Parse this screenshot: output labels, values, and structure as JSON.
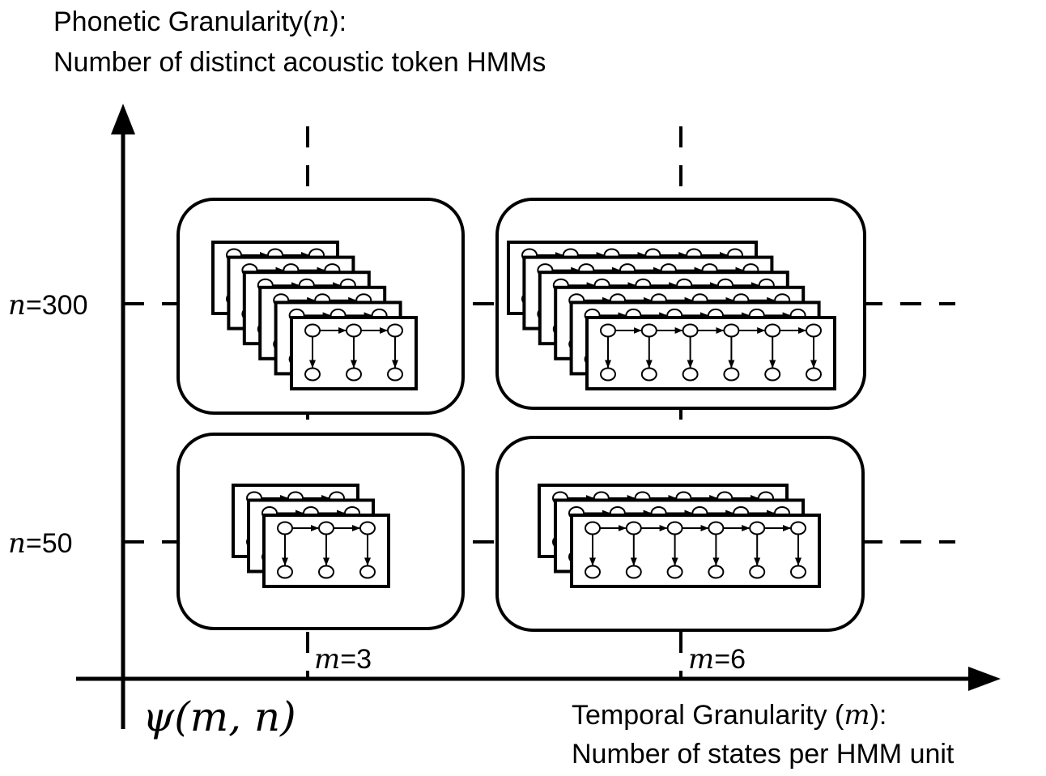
{
  "y_axis_title": {
    "line1_prefix": "Phonetic Granularity(",
    "line1_var": "n",
    "line1_suffix": "):",
    "line2": "Number of distinct acoustic token HMMs"
  },
  "x_axis_title": {
    "line1_prefix": "Temporal Granularity (",
    "line1_var": "m",
    "line1_suffix": "):",
    "line2": "Number of states per HMM unit"
  },
  "function_label": "ψ(m, n)",
  "y_ticks": [
    {
      "var": "n",
      "text": "=300"
    },
    {
      "var": "n",
      "text": "=50"
    }
  ],
  "x_ticks": [
    {
      "var": "m",
      "text": "=3"
    },
    {
      "var": "m",
      "text": "=6"
    }
  ],
  "cells": [
    {
      "name": "cell-m3-n300",
      "states": 3,
      "stack": 6
    },
    {
      "name": "cell-m6-n300",
      "states": 6,
      "stack": 6
    },
    {
      "name": "cell-m3-n50",
      "states": 3,
      "stack": 3
    },
    {
      "name": "cell-m6-n50",
      "states": 6,
      "stack": 3
    }
  ]
}
